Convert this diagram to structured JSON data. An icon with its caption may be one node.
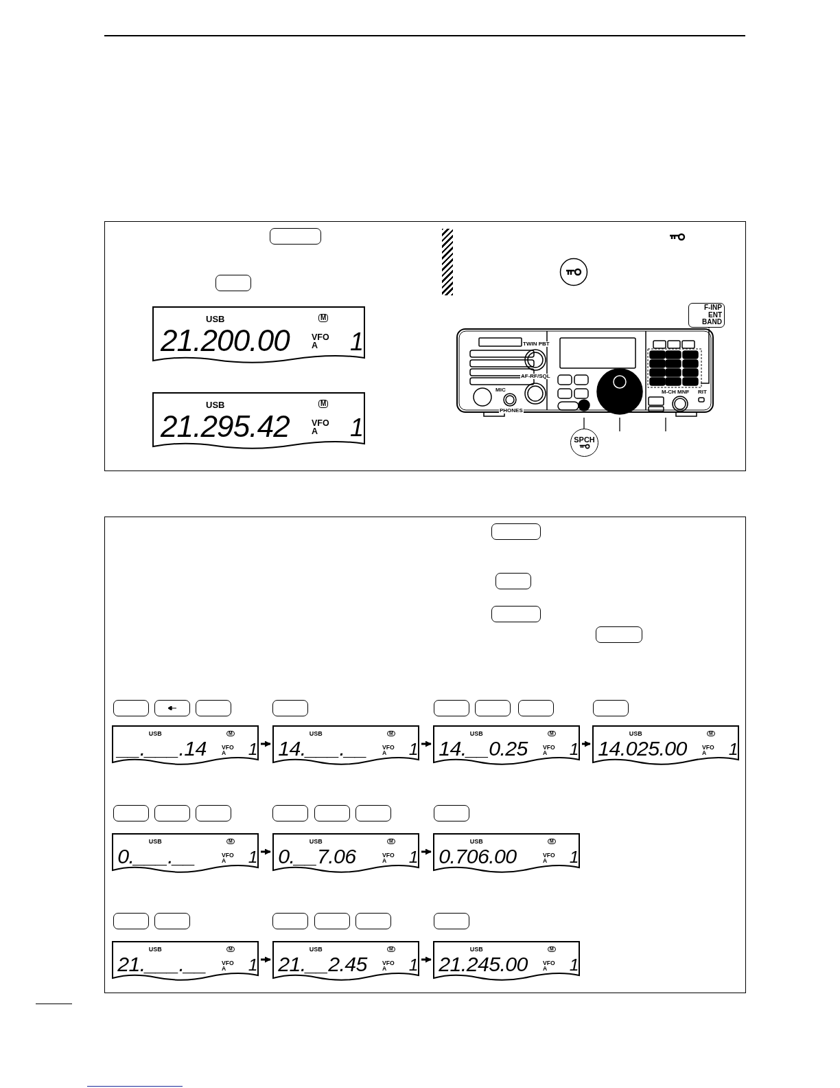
{
  "diagram": {
    "nodes": [
      {
        "text": [
          "USB",
          "M",
          "21.200.00",
          "VFO A",
          "1"
        ]
      },
      {
        "text": [
          "USB",
          "M",
          "21.295.42",
          "VFO A",
          "1"
        ]
      },
      {
        "text": [
          "TWIN PBT",
          "AF-RF/SQL",
          "MIC",
          "PHONES",
          "M-CH MNF",
          "RIT"
        ]
      },
      {
        "text": [
          "F-INP ENT BAND"
        ]
      },
      {
        "text": [
          "SPCH"
        ]
      },
      {
        "text": [
          "USB",
          "M",
          "__.___.14",
          "VFO A",
          "1"
        ]
      },
      {
        "text": [
          "USB",
          "M",
          "14.___.__",
          "VFO A",
          "1"
        ]
      },
      {
        "text": [
          "USB",
          "M",
          "14.__0.25",
          "VFO A",
          "1"
        ]
      },
      {
        "text": [
          "USB",
          "M",
          "14.025.00",
          "VFO A",
          "1"
        ]
      },
      {
        "text": [
          "USB",
          "M",
          "0.___.__",
          "VFO A",
          "1"
        ]
      },
      {
        "text": [
          "USB",
          "M",
          "0.__7.06",
          "VFO A",
          "1"
        ]
      },
      {
        "text": [
          "USB",
          "M",
          "0.706.00",
          "VFO A",
          "1"
        ]
      },
      {
        "text": [
          "USB",
          "M",
          "21.___.__",
          "VFO A",
          "1"
        ]
      },
      {
        "text": [
          "USB",
          "M",
          "21.__2.45",
          "VFO A",
          "1"
        ]
      },
      {
        "text": [
          "USB",
          "M",
          "21.245.00",
          "VFO A",
          "1"
        ]
      },
      {
        "text": [],
        "shape": "box"
      },
      {
        "text": [],
        "shape": "box"
      },
      {
        "text": [],
        "shape": "box"
      },
      {
        "text": [],
        "shape": "box"
      },
      {
        "text": [],
        "shape": "box"
      },
      {
        "text": [],
        "shape": "box"
      },
      {
        "text": [],
        "shape": "box"
      },
      {
        "text": [],
        "shape": "box"
      },
      {
        "text": [],
        "shape": "box"
      },
      {
        "text": [],
        "shape": "box"
      },
      {
        "text": [],
        "shape": "box"
      },
      {
        "text": [],
        "shape": "box"
      },
      {
        "text": [],
        "shape": "box"
      },
      {
        "text": [],
        "shape": "box"
      },
      {
        "text": [],
        "shape": "box"
      },
      {
        "text": [],
        "shape": "box"
      },
      {
        "text": [],
        "shape": "box"
      },
      {
        "text": [],
        "shape": "box"
      },
      {
        "text": [],
        "shape": "box"
      },
      {
        "text": [],
        "shape": "box"
      },
      {
        "text": [],
        "shape": "box"
      },
      {
        "text": [],
        "shape": "box"
      },
      {
        "text": [],
        "shape": "box"
      },
      {
        "text": [],
        "shape": "box"
      },
      {
        "text": [],
        "shape": "box"
      },
      {
        "text": [],
        "shape": "box"
      },
      {
        "text": [],
        "shape": "box"
      },
      {
        "text": [],
        "shape": "bar"
      }
    ],
    "edges": [
      {
        "from": 3,
        "to": 2,
        "arrow": "none"
      },
      {
        "from": 4,
        "to": 2,
        "arrow": "none"
      },
      {
        "from": null,
        "to": 2,
        "arrow": "none"
      },
      {
        "from": null,
        "to": 2,
        "arrow": "none"
      },
      {
        "from": 5,
        "to": 6,
        "arrow": "to"
      },
      {
        "from": 6,
        "to": 7,
        "arrow": "to"
      },
      {
        "from": 7,
        "to": 8,
        "arrow": "to"
      },
      {
        "from": 9,
        "to": 10,
        "arrow": "to"
      },
      {
        "from": 10,
        "to": 11,
        "arrow": "to"
      },
      {
        "from": 12,
        "to": 13,
        "arrow": "to"
      },
      {
        "from": 13,
        "to": 14,
        "arrow": "to"
      }
    ]
  }
}
